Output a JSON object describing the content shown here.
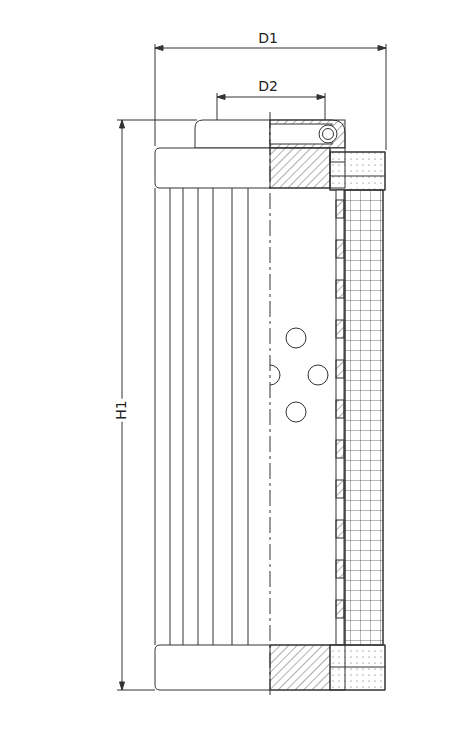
{
  "diagram": {
    "labels": [
      "D1",
      "D2",
      "H1"
    ]
  }
}
